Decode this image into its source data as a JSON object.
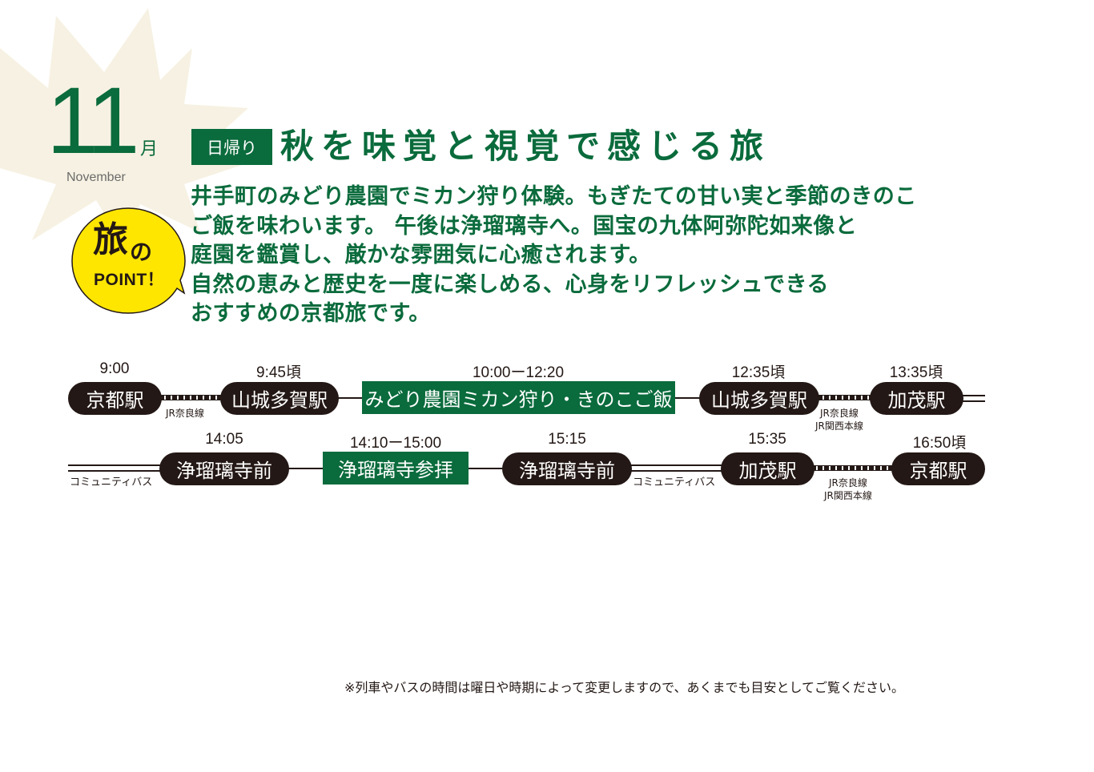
{
  "colors": {
    "brand_green": "#0a6b3c",
    "dark": "#231815",
    "bubble_yellow": "#ffe600",
    "leaf": "#f6f1e2"
  },
  "month": {
    "number": "11",
    "kanji": "月",
    "english": "November"
  },
  "header": {
    "tag": "日帰り",
    "title": "秋を味覚と視覚で感じる旅"
  },
  "point_bubble": {
    "icon": "speech-bubble-icon",
    "tabi": "旅",
    "no": "の",
    "point": "POINT！"
  },
  "description": {
    "lines": [
      "井手町のみどり農園でミカン狩り体験。もぎたての甘い実と季節のきのこ",
      "ご飯を味わいます。 午後は浄瑠璃寺へ。国宝の九体阿弥陀如来像と",
      "庭園を鑑賞し、厳かな雰囲気に心癒されます。",
      "自然の恵みと歴史を一度に楽しめる、心身をリフレッシュできる",
      "おすすめの京都旅です。"
    ]
  },
  "itinerary": {
    "row1": {
      "stops": [
        {
          "time": "9:00",
          "name": "京都駅",
          "type": "station"
        },
        {
          "time": "9:45頃",
          "name": "山城多賀駅",
          "type": "station"
        },
        {
          "time": "10:00ー12:20",
          "name": "みどり農園ミカン狩り・きのこご飯",
          "type": "activity"
        },
        {
          "time": "12:35頃",
          "name": "山城多賀駅",
          "type": "station"
        },
        {
          "time": "13:35頃",
          "name": "加茂駅",
          "type": "station"
        }
      ],
      "routes": [
        {
          "style": "train",
          "label": "JR奈良線"
        },
        {
          "style": "walk",
          "label": ""
        },
        {
          "style": "walk",
          "label": ""
        },
        {
          "style": "train",
          "label": "JR奈良線",
          "label2": "JR関西本線"
        },
        {
          "style": "bus",
          "label": ""
        }
      ]
    },
    "row2": {
      "stops": [
        {
          "time": "14:05",
          "name": "浄瑠璃寺前",
          "type": "station"
        },
        {
          "time": "14:10ー15:00",
          "name": "浄瑠璃寺参拝",
          "type": "activity"
        },
        {
          "time": "15:15",
          "name": "浄瑠璃寺前",
          "type": "station"
        },
        {
          "time": "15:35",
          "name": "加茂駅",
          "type": "station"
        },
        {
          "time": "16:50頃",
          "name": "京都駅",
          "type": "station"
        }
      ],
      "routes": [
        {
          "style": "bus",
          "label": "コミュニティバス"
        },
        {
          "style": "walk",
          "label": ""
        },
        {
          "style": "walk",
          "label": ""
        },
        {
          "style": "bus",
          "label": "コミュニティバス"
        },
        {
          "style": "train",
          "label": "JR奈良線",
          "label2": "JR関西本線"
        }
      ]
    }
  },
  "footer": {
    "note": "※列車やバスの時間は曜日や時期によって変更しますので、あくまでも目安としてご覧ください。"
  }
}
